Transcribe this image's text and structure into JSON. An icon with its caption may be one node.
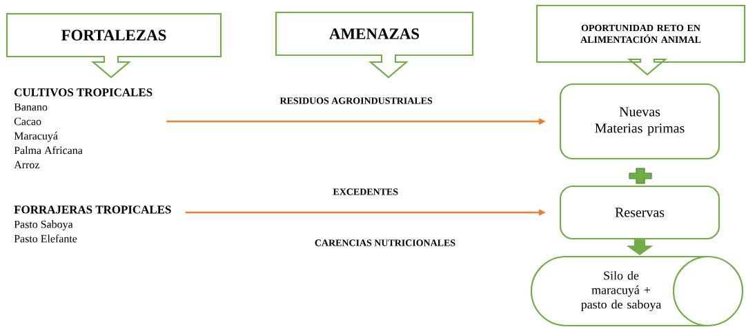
{
  "diagram": {
    "nodes": [
      {
        "text": [
          "FORTALEZAS"
        ]
      },
      {
        "text": [
          "AMENAZAS"
        ]
      },
      {
        "text": [
          "OPORTUNIDAD RETO EN ALIMENTACIÓN ANIMAL"
        ]
      },
      {
        "text": [
          "CULTIVOS TROPICALES",
          "Banano",
          "Cacao",
          "Maracuyá",
          "Palma Africana",
          "Arroz"
        ]
      },
      {
        "text": [
          "FORRAJERAS TROPICALES",
          "Pasto Saboya",
          "Pasto Elefante"
        ]
      },
      {
        "text": [
          "Nuevas Materias primas"
        ]
      },
      {
        "text": [
          "Reservas"
        ]
      },
      {
        "text": [
          "Silo de maracuyá + pasto de saboya"
        ]
      }
    ],
    "edges": [
      {
        "from": 3,
        "to": 5,
        "arrow": "to",
        "label": "RESIDUOS AGROINDUSTRIALES"
      },
      {
        "from": 4,
        "to": 6,
        "arrow": "to",
        "label": "EXCEDENTES"
      },
      {
        "from": 6,
        "to": 7,
        "arrow": "to",
        "style": "thick",
        "color": "#70ad47"
      }
    ],
    "labels": [
      "CARENCIAS NUTRICIONALES"
    ]
  }
}
